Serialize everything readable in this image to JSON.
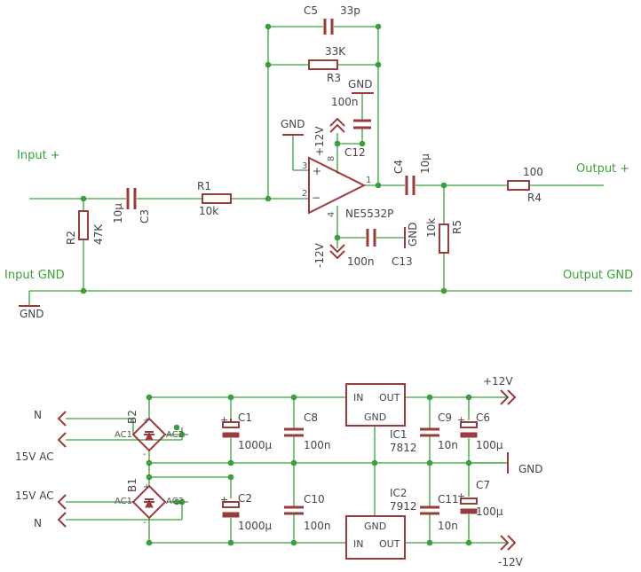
{
  "nets": {
    "input_plus": "Input +",
    "input_gnd": "Input GND",
    "output_plus": "Output +",
    "output_gnd": "Output GND",
    "gnd_input": "GND",
    "gnd_pin3": "GND",
    "gnd_c12": "GND",
    "gnd_c13": "GND",
    "gnd_power": "GND",
    "plus12_opamp": "+12V",
    "minus12_opamp": "-12V",
    "plus12_supply": "+12V",
    "minus12_supply": "-12V",
    "n_top": "N",
    "ac_top": "15V AC",
    "ac_bottom": "15V AC",
    "n_bottom": "N"
  },
  "components": {
    "c5": {
      "name": "C5",
      "value": "33p"
    },
    "r3": {
      "name": "R3",
      "value": "33K"
    },
    "r1": {
      "name": "R1",
      "value": "10k"
    },
    "r2": {
      "name": "R2",
      "value": "47K"
    },
    "c3": {
      "name": "C3",
      "value": "10µ"
    },
    "c4": {
      "name": "C4",
      "value": "10µ"
    },
    "r4": {
      "name": "R4",
      "value": "100"
    },
    "r5": {
      "name": "R5",
      "value": "10k"
    },
    "c12": {
      "name": "C12",
      "value": "100n"
    },
    "c13": {
      "name": "C13",
      "value": "100n"
    },
    "opamp": {
      "name": "NE5532P",
      "plus": "+",
      "minus": "−"
    },
    "b1": {
      "name": "B1"
    },
    "b2": {
      "name": "B2"
    },
    "c1": {
      "name": "C1",
      "value": "1000µ"
    },
    "c2": {
      "name": "C2",
      "value": "1000µ"
    },
    "c8": {
      "name": "C8",
      "value": "100n"
    },
    "c10": {
      "name": "C10",
      "value": "100n"
    },
    "ic1": {
      "name": "IC1",
      "value": "7812",
      "pin_in": "IN",
      "pin_out": "OUT",
      "pin_gnd": "GND"
    },
    "ic2": {
      "name": "IC2",
      "value": "7912",
      "pin_in": "IN",
      "pin_out": "OUT",
      "pin_gnd": "GND"
    },
    "c9": {
      "name": "C9",
      "value": "10n"
    },
    "c11": {
      "name": "C11",
      "value": "10n"
    },
    "c6": {
      "name": "C6",
      "value": "100µ"
    },
    "c7": {
      "name": "C7",
      "value": "100µ"
    }
  },
  "pins": {
    "op_pin8": "8",
    "op_pin3": "3",
    "op_pin2": "2",
    "op_pin1": "1",
    "op_pin4": "4",
    "ac1": "AC1",
    "ac2": "AC2",
    "plus": "+",
    "minus": "-"
  }
}
